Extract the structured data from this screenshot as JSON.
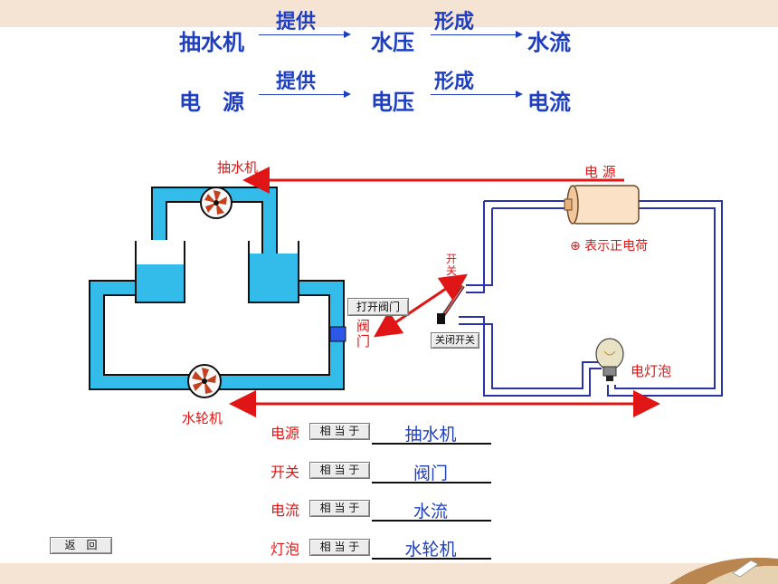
{
  "analogy": {
    "row1": {
      "start": "抽水机",
      "verb1": "提供",
      "mid": "水压",
      "verb2": "形成",
      "end": "水流"
    },
    "row2": {
      "start": "电　源",
      "verb1": "提供",
      "mid": "电压",
      "verb2": "形成",
      "end": "电流"
    }
  },
  "diagram": {
    "pump_label": "抽水机",
    "power_label": "电 源",
    "positive_charge_legend": "⊕ 表示正电荷",
    "switch_label": "开关",
    "valve_label": "阀门",
    "lamp_label": "电灯泡",
    "turbine_label": "水轮机",
    "open_valve_button": "打开阀门",
    "close_switch_button": "关闭开关"
  },
  "matches": [
    {
      "label": "电源",
      "button": "相 当 于",
      "answer": "抽水机"
    },
    {
      "label": "开关",
      "button": "相 当 于",
      "answer": "阀门"
    },
    {
      "label": "电流",
      "button": "相 当 于",
      "answer": "水流"
    },
    {
      "label": "灯泡",
      "button": "相 当 于",
      "answer": "水轮机"
    }
  ],
  "back_button": "返　回",
  "colors": {
    "water": "#33bbea",
    "wire": "#2a33a8",
    "red": "#e01515",
    "blue_text": "#1f3fbf"
  }
}
